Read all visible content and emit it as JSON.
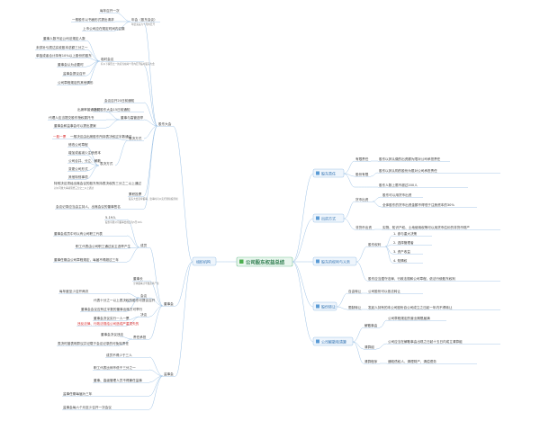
{
  "center": {
    "label": "公司股东权益总结"
  },
  "left": {
    "branch": {
      "label": "组织机构"
    },
    "shareholders_meeting": {
      "label": "股东大会",
      "annual": {
        "label": "年会（股东会议）",
        "note": "年结束后六个月内召开",
        "items": [
          "每年召开一次",
          "一般股东以书面形式提出请求",
          "上市公司应在规定时间内召集"
        ]
      },
      "extraordinary": {
        "label": "临时会议",
        "note": "有以下情形之一的应当在两个月内召开临时股东大会",
        "items": [
          "董事人数不足公司法规定人数",
          "未弥补亏损达实收股本总额三分之一",
          "单独或者合计持有10%以上股份的股东",
          "董事会认为必要时",
          "监事会提议召开",
          "公司章程规定的其他情形"
        ]
      },
      "notice": {
        "items": [
          "会议召开20日前通知",
          "临时股东大会15日前通知"
        ]
      },
      "quorum": {
        "label": "董事与高管选举",
        "items": [
          "出席率普通决议",
          "代理人应当提交股东授权委托书",
          "董事会和监事会可以提出提案"
        ]
      },
      "voting": {
        "label": "表决方式",
        "red_label": "一股一票",
        "red_text": "一般决议由出席股东所持表决权过半数通过",
        "items": [
          "修改公司章程",
          "增加或者减少注册资本",
          "公司合并、分立、解散",
          "变更公司形式",
          "其他特别事项"
        ],
        "special": "特别决议须经出席会议的股东所持表决权的三分之二以上通过",
        "special_note": "对公司重大事项须经三分之二以上通过"
      },
      "cumulative": {
        "label": "累积投票",
        "text": "股东大会选举董事、监事时可以实行累积投票制"
      },
      "records": "会议记录应当由主持人、出席会议的董事签名"
    },
    "board": {
      "label": "董事会",
      "members": {
        "label": "成员",
        "count": "5-19人",
        "note": "股份有限公司董事会成员为5至19人",
        "items": [
          "董事会成员中可以有公司职工代表",
          "职工代表由公司职工通过民主选举产生",
          "董事任期由公司章程规定，每届不得超过三年"
        ]
      },
      "chair": {
        "label": "董事长",
        "note": "全体董事过半数选举产生"
      },
      "meetings": {
        "label": "会议",
        "items": [
          "每年度至少召开两次",
          "代表十分之一以上表决权的股东可提议召开",
          "董事会会议应有过半数的董事出席方可举行"
        ]
      },
      "resolution": {
        "label": "决议",
        "items": [
          "董事会决议实行一人一票",
          "董事会作出决议须经全体董事过半数通过",
          "董事应当对董事会的决议承担责任"
        ],
        "red_text": "违反法律、行政法规给公司造成严重损失的"
      },
      "liability": {
        "label": "责任承担",
        "items": [
          "董事会决议违法",
          "表决时曾表明异议并记载于会议记录的可免除责任"
        ]
      }
    },
    "supervisors": {
      "label": "监事会",
      "items": [
        "成员不得少于三人",
        "职工代表比例不低于三分之一",
        "董事、高级管理人员不得兼任监事",
        "监事任期每届为三年",
        "监事会每六个月至少召开一次会议"
      ]
    }
  },
  "right": {
    "company_form": {
      "label": "股东责任",
      "items": [
        {
          "label": "有限责任",
          "text": "股东以其认缴的出资额为限对公司承担责任"
        },
        {
          "label": "股份有限",
          "text": "股东以其认购的股份为限对公司承担责任"
        }
      ],
      "extra": "股东人数上限不超过200人"
    },
    "capital": {
      "label": "出资方式",
      "items": [
        {
          "label": "货币出资",
          "text": "股东可以用货币出资"
        },
        {
          "label": "非货币出资",
          "text": "实物、知识产权、土地使用权等可以用货币估价的非货币财产"
        }
      ],
      "extra": "全体股东的货币出资金额不得低于注册资本的30%"
    },
    "ownership": {
      "label": "股东的权利与义务",
      "rights": {
        "label": "股东权利",
        "items": [
          "1. 参与重大决策",
          "2. 选择管理者",
          "3. 资产收益",
          "4. 知情权"
        ]
      },
      "duties": "股东应当遵守法律、行政法规和公司章程，依法行使股东权利"
    },
    "share_transfer": {
      "label": "股份转让",
      "items": [
        {
          "label": "自由转让",
          "text": "公司股份可以依法转让"
        },
        {
          "label": "限制转让",
          "text": "发起人持有的本公司股份自公司成立之日起一年内不得转让"
        }
      ]
    },
    "dissolution": {
      "label": "公司解散和清算",
      "items": [
        {
          "label": "解散事由",
          "text": "公司章程规定的营业期限届满"
        },
        {
          "label": "清算组",
          "text": "公司应当在解散事由出现之日起十五日内成立清算组"
        },
        {
          "label": "清算程序",
          "text": "通知债权人、清理财产、清偿债务"
        }
      ]
    }
  }
}
